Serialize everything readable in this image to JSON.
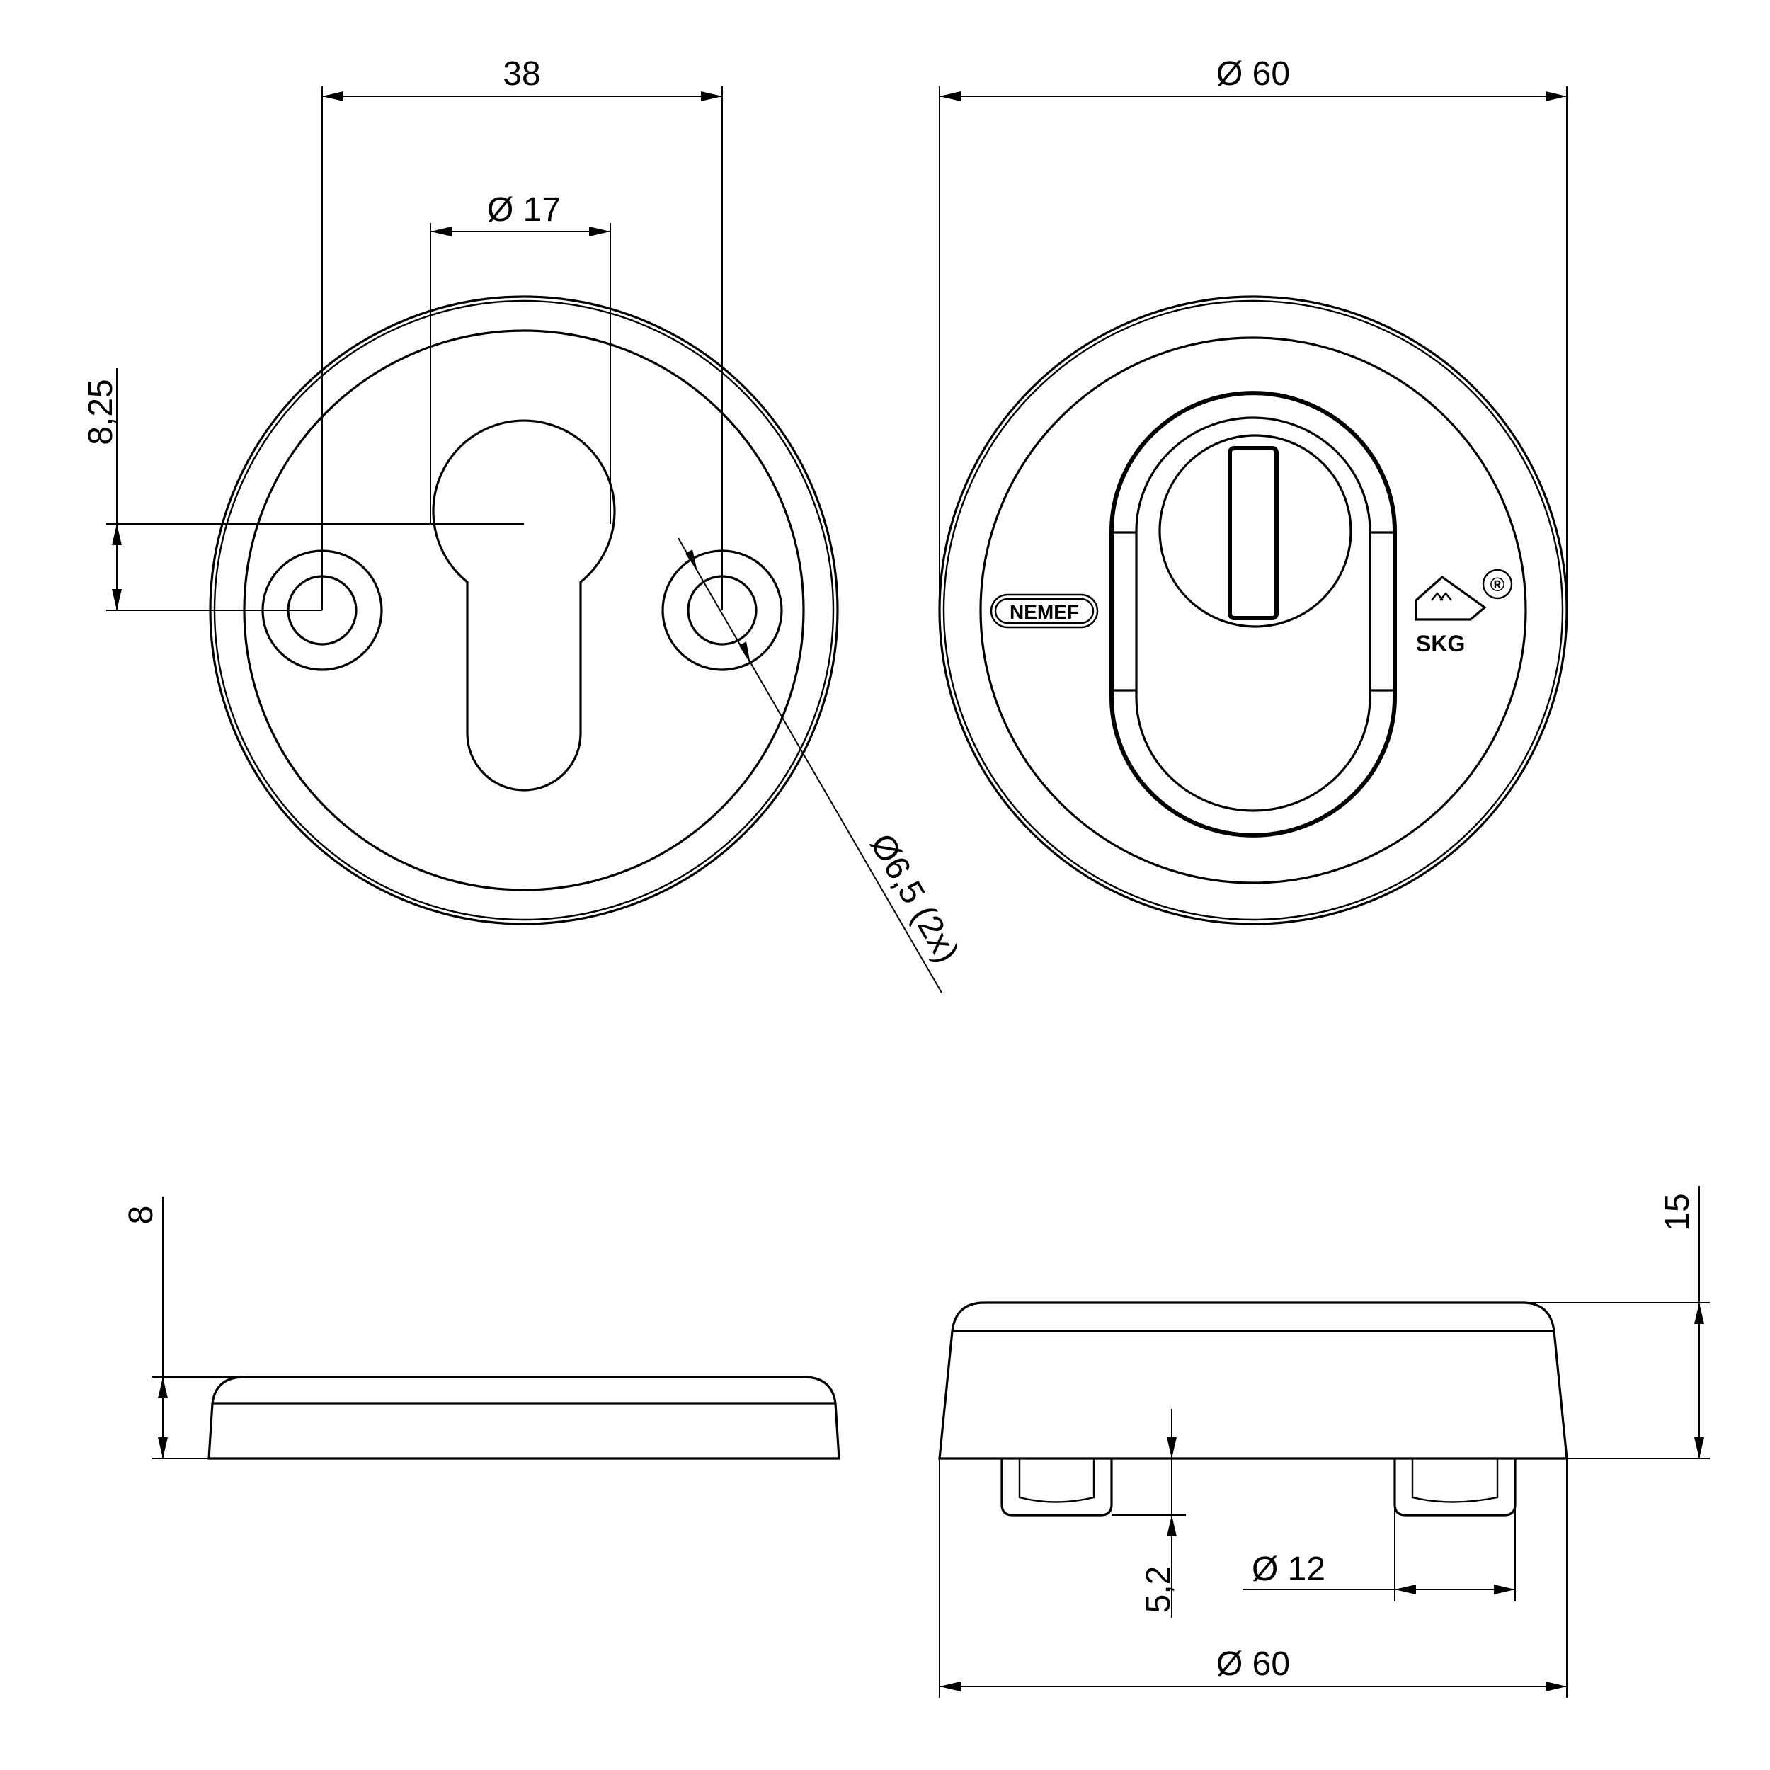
{
  "dimensions": {
    "top_left_width": "38",
    "top_left_bore": "Ø 17",
    "top_left_offset": "8,25",
    "top_left_holes": "Ø6,5 (2x)",
    "top_right_diameter": "Ø 60",
    "bottom_left_height": "8",
    "bottom_right_height": "15",
    "bottom_right_pin_height": "5,2",
    "bottom_right_pin_diameter": "Ø 12",
    "bottom_right_diameter": "Ø 60"
  },
  "logos": {
    "nemef": "NEMEF",
    "ske": "SKG",
    "registered": "®"
  }
}
